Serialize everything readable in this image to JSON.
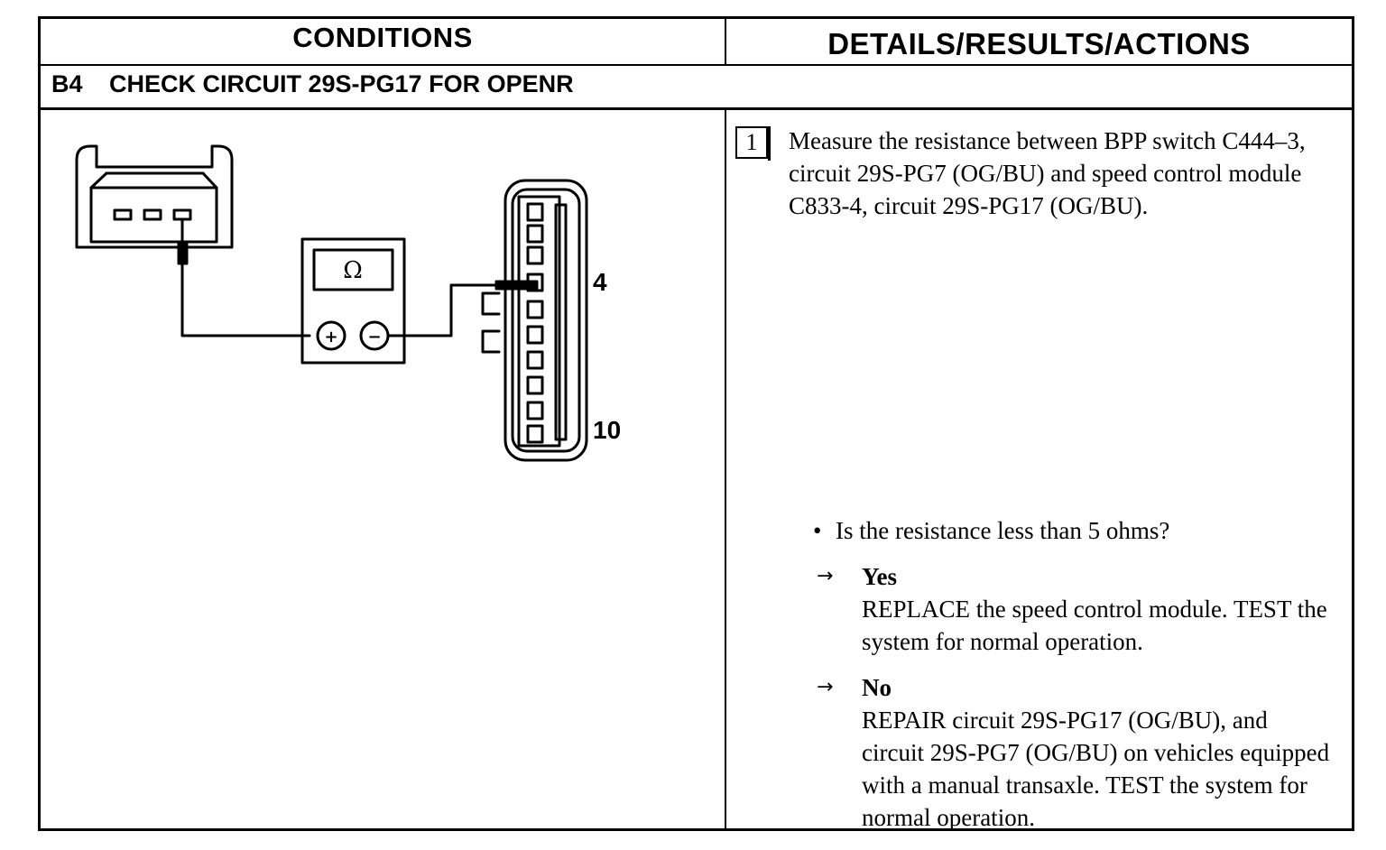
{
  "header": {
    "conditions": "CONDITIONS",
    "details": "DETAILS/RESULTS/ACTIONS"
  },
  "step": {
    "id": "B4",
    "title": "CHECK CIRCUIT 29S-PG17 FOR OPENR"
  },
  "diagram": {
    "meter_symbol": "Ω",
    "plus_symbol": "+",
    "minus_symbol": "−",
    "pin_label_top": "4",
    "pin_label_bottom": "10"
  },
  "details": {
    "step_number": "1",
    "instruction": "Measure the resistance between BPP switch C444–3, circuit 29S-PG7 (OG/BU) and speed control module C833-4, circuit 29S-PG17 (OG/BU).",
    "question": "Is the resistance less than 5 ohms?",
    "bullet": "•",
    "arrow": "→",
    "outcomes": [
      {
        "label": "Yes",
        "action": "REPLACE the speed control module. TEST the system for normal operation."
      },
      {
        "label": "No",
        "action": "REPAIR circuit 29S-PG17 (OG/BU), and circuit 29S-PG7 (OG/BU) on vehicles equipped with a manual transaxle. TEST the system for normal operation."
      }
    ]
  }
}
